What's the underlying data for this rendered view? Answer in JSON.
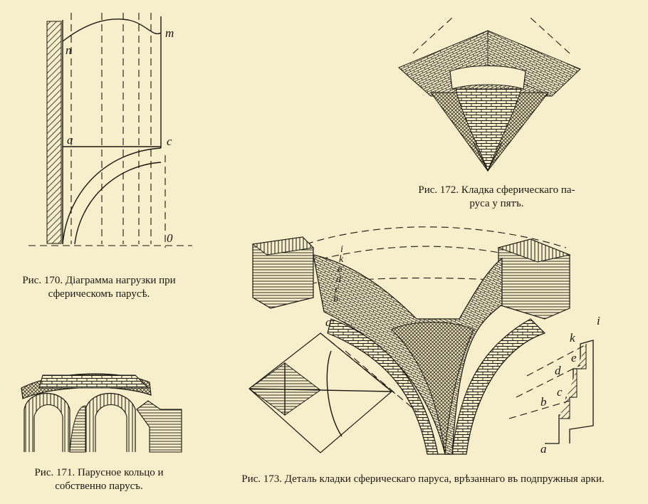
{
  "figures": {
    "fig170": {
      "caption_line1": "Рис. 170. Діаграмма нагрузки при",
      "caption_line2": "сферическомъ парусѣ.",
      "labels": {
        "n": "n",
        "m": "m",
        "a": "a",
        "c": "c",
        "o": "0"
      }
    },
    "fig171": {
      "caption_line1": "Рис. 171. Парусное кольцо и",
      "caption_line2": "собственно парусъ."
    },
    "fig172": {
      "caption_line1": "Рис. 172. Кладка сферическаго па-",
      "caption_line2": "руса у пятъ."
    },
    "fig173": {
      "caption": "Рис. 173. Деталь кладки сферическаго паруса, врѣзаннаго въ подпружныя арки.",
      "labels_left": [
        "i",
        "k",
        "e",
        "d",
        "c",
        "b",
        "a"
      ],
      "labels_right": {
        "i": "i",
        "k": "k",
        "e": "e",
        "d": "d",
        "c": "c",
        "b": "b",
        "a": "a"
      }
    }
  }
}
